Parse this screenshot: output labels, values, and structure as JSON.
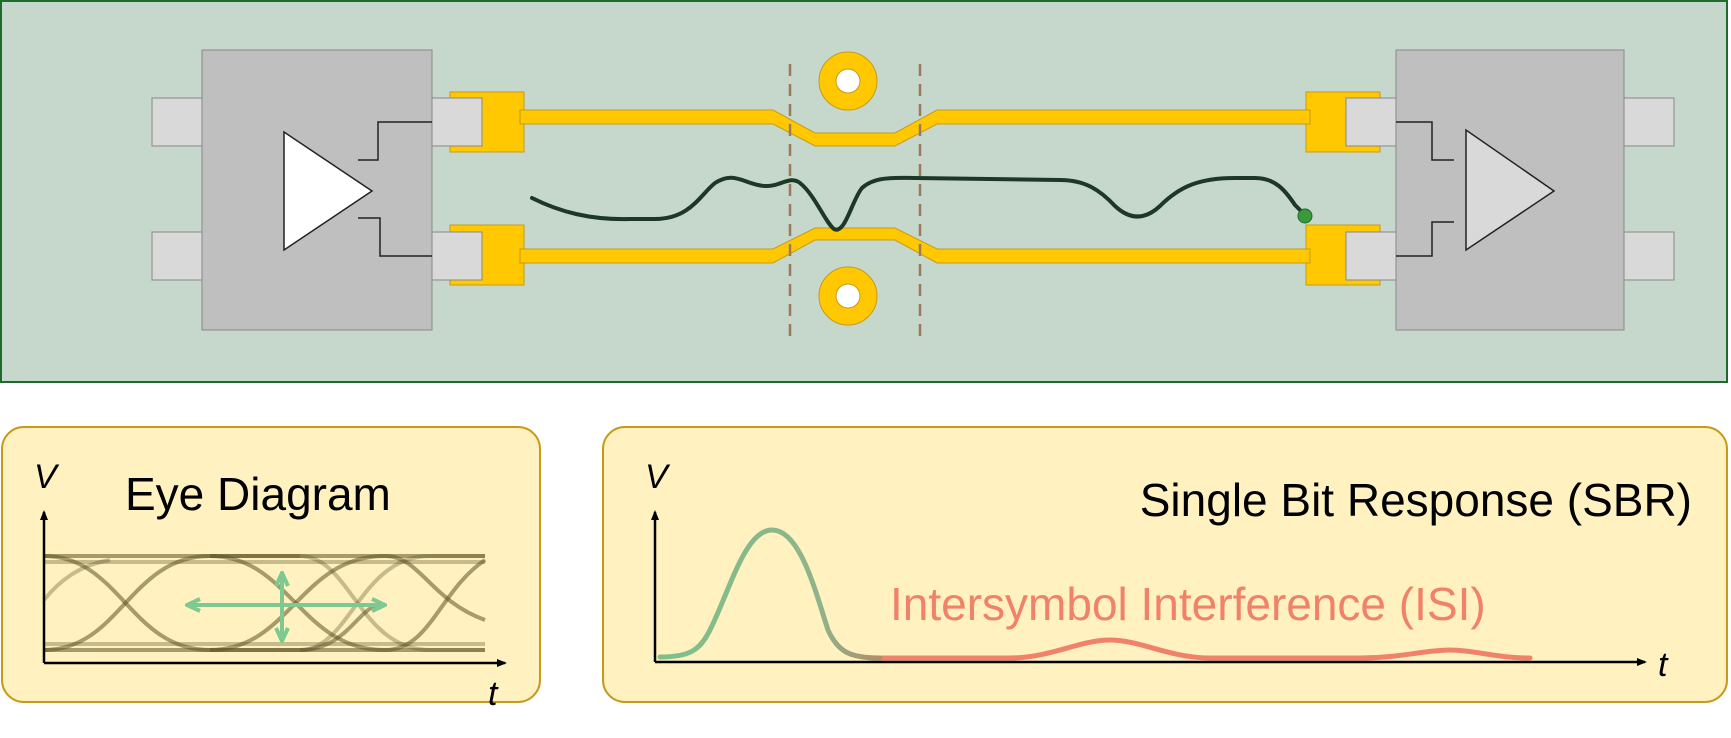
{
  "board": {
    "colors": {
      "pcb": "#c6d8cb",
      "pcb_border": "#1e6b2e",
      "chip": "#bfbfbf",
      "trace": "#ffc800",
      "pin": "#d9d9d9"
    }
  },
  "eye_panel": {
    "title": "Eye Diagram",
    "axis_v": "V",
    "axis_t": "t",
    "colors": {
      "panel": "#fff2c0",
      "border": "#c79a1a",
      "eye": "#5e5427",
      "arrow": "#7ec892"
    }
  },
  "sbr_panel": {
    "title": "Single Bit Response (SBR)",
    "isi_label": "Intersymbol Interference (ISI)",
    "axis_v": "V",
    "axis_t": "t",
    "colors": {
      "main_pulse": "#7ec08a",
      "isi": "#f0826a"
    }
  }
}
